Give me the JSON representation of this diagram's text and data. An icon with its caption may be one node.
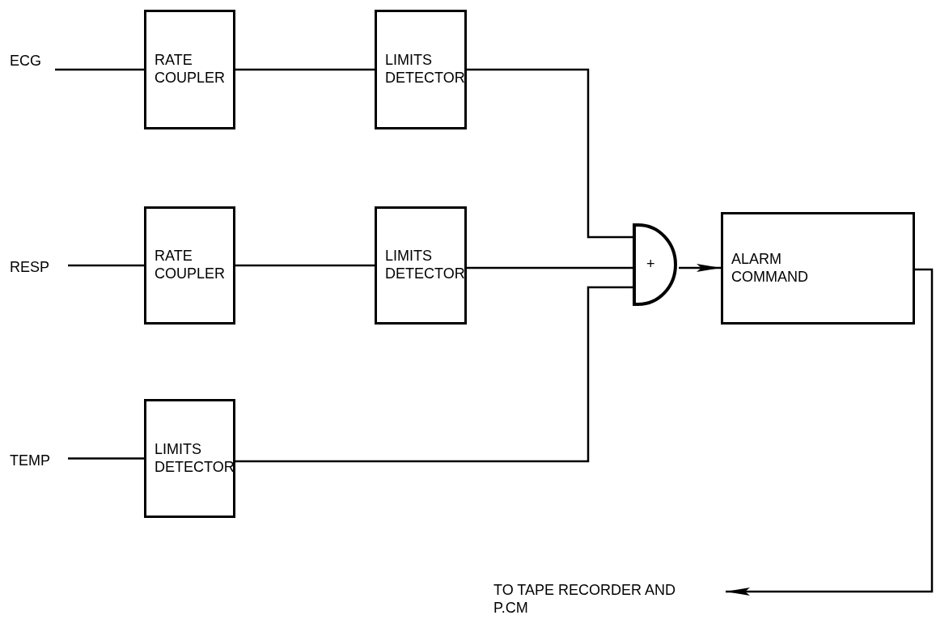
{
  "diagram": {
    "nodes": [
      {
        "text": [
          "ECG"
        ]
      },
      {
        "text": [
          "RATE COUPLER"
        ]
      },
      {
        "text": [
          "LIMITS DETECTOR"
        ]
      },
      {
        "text": [
          "RESP"
        ]
      },
      {
        "text": [
          "RATE COUPLER"
        ]
      },
      {
        "text": [
          "LIMITS DETECTOR"
        ]
      },
      {
        "text": [
          "TEMP"
        ]
      },
      {
        "text": [
          "LIMITS DETECTOR"
        ]
      },
      {
        "text": [
          "+"
        ]
      },
      {
        "text": [
          "ALARM COMMAND"
        ]
      },
      {
        "text": [
          "TO TAPE RECORDER AND P.CM"
        ]
      }
    ],
    "edges": [
      {
        "from": 0,
        "to": 1,
        "arrow": "none"
      },
      {
        "from": 1,
        "to": 2,
        "arrow": "none"
      },
      {
        "from": 2,
        "to": 8,
        "arrow": "none"
      },
      {
        "from": 3,
        "to": 4,
        "arrow": "none"
      },
      {
        "from": 4,
        "to": 5,
        "arrow": "none"
      },
      {
        "from": 5,
        "to": 8,
        "arrow": "none"
      },
      {
        "from": 6,
        "to": 7,
        "arrow": "none"
      },
      {
        "from": 7,
        "to": 8,
        "arrow": "none"
      },
      {
        "from": 8,
        "to": 9,
        "arrow": "to"
      },
      {
        "from": 9,
        "to": 10,
        "arrow": "to"
      }
    ]
  }
}
